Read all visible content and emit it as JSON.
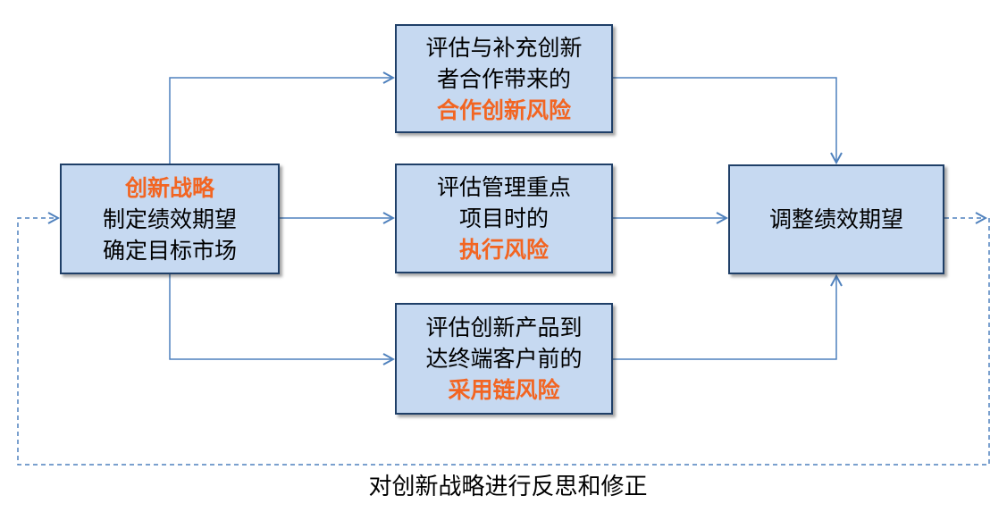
{
  "colors": {
    "box_fill": "#c6d9f1",
    "box_border": "#1f3f68",
    "arrow": "#4f81bd",
    "highlight": "#f26522"
  },
  "boxes": {
    "strategy": {
      "highlight": "创新战略",
      "line2": "制定绩效期望",
      "line3": "确定目标市场"
    },
    "coop": {
      "line1": "评估与补充创新",
      "line2": "者合作带来的",
      "highlight": "合作创新风险"
    },
    "exec": {
      "line1": "评估管理重点",
      "line2": "项目时的",
      "highlight": "执行风险"
    },
    "adopt": {
      "line1": "评估创新产品到",
      "line2": "达终端客户前的",
      "highlight": "采用链风险"
    },
    "adjust": {
      "line1": "调整绩效期望"
    }
  },
  "feedback_label": "对创新战略进行反思和修正"
}
